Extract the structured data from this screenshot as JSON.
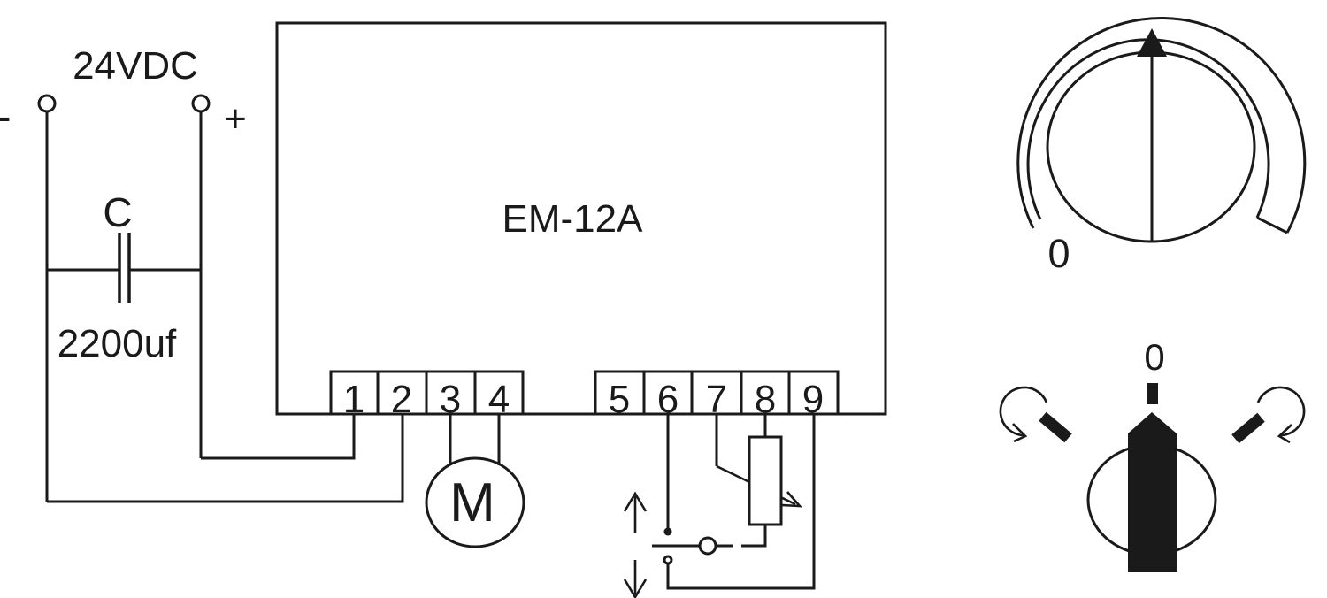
{
  "power": {
    "voltage": "24VDC",
    "minus": "-",
    "plus": "+",
    "capacitor_name": "C",
    "capacitor_value": "2200uf"
  },
  "controller": {
    "model": "EM-12A",
    "terminals": [
      "1",
      "2",
      "3",
      "4",
      "5",
      "6",
      "7",
      "8",
      "9"
    ]
  },
  "motor": {
    "label": "M"
  },
  "speed_knob": {
    "zero_label": "0"
  },
  "rotary_switch": {
    "center_label": "0"
  },
  "colors": {
    "line": "#1a1a1a",
    "background": "#ffffff"
  }
}
